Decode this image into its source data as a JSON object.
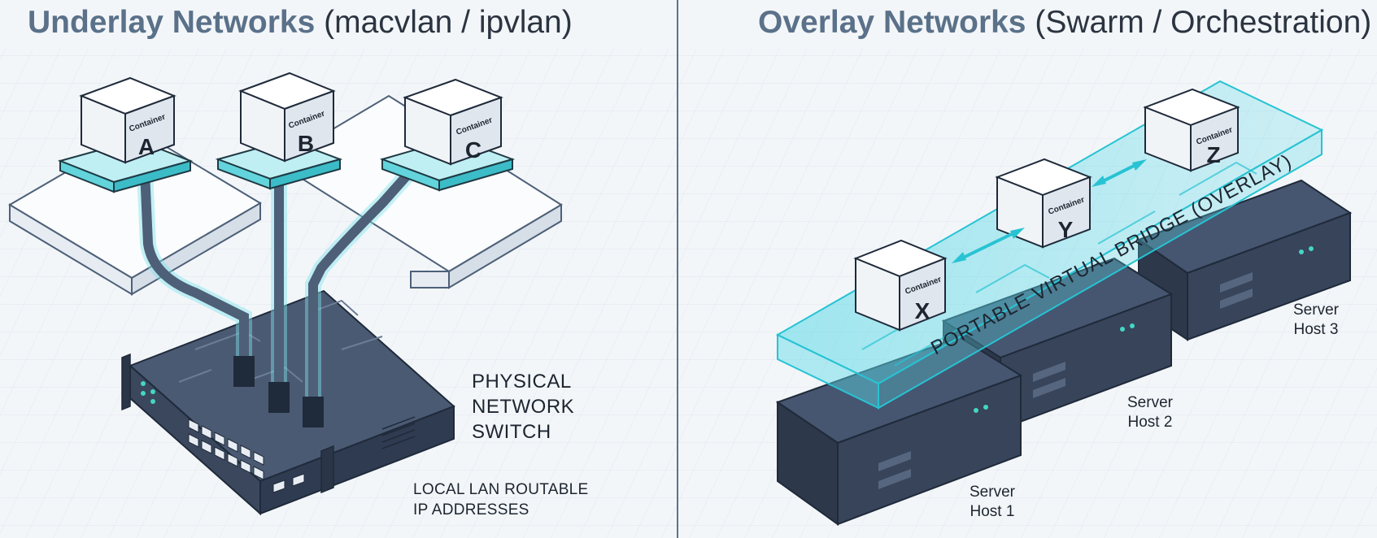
{
  "titles": {
    "left_bold": "Underlay Networks",
    "left_rest": " (macvlan / ipvlan)",
    "right_bold": "Overlay Networks",
    "right_rest": " (Swarm / Orchestration)"
  },
  "container_word": "Container",
  "underlay": {
    "containers": [
      "A",
      "B",
      "C"
    ],
    "switch_label": [
      "PHYSICAL",
      "NETWORK",
      "SWITCH"
    ],
    "lan_label": [
      "LOCAL LAN ROUTABLE",
      "IP ADDRESSES"
    ]
  },
  "overlay": {
    "containers": [
      "X",
      "Y",
      "Z"
    ],
    "bridge_label": "PORTABLE VIRTUAL BRIDGE (OVERLAY)",
    "hosts": [
      {
        "line1": "Server",
        "line2": "Host 1"
      },
      {
        "line1": "Server",
        "line2": "Host 2"
      },
      {
        "line1": "Server",
        "line2": "Host 3"
      }
    ]
  },
  "colors": {
    "background": "#f3f6f9",
    "title_bold": "#5a7189",
    "title_text": "#2b3440",
    "divider": "#5e7386",
    "cable": "#4d6078",
    "cable_glow": "#7fe4ec",
    "hardware": "#3d4b63",
    "accent_cyan": "#27c3d3",
    "bridge_fill": "#5ad8e6"
  },
  "icons": [
    "rj45-port-icon",
    "led-indicator-icon",
    "double-arrow-icon"
  ]
}
